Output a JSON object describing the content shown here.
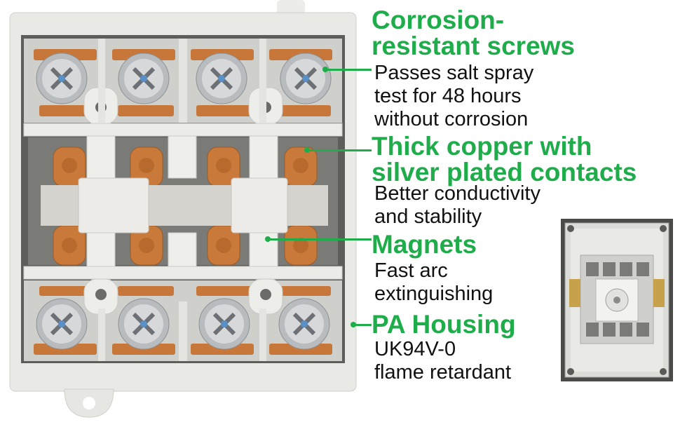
{
  "features": [
    {
      "title_lines": [
        "Corrosion-",
        "resistant screws"
      ],
      "desc_lines": [
        "Passes salt spray",
        "test for 48 hours",
        "without corrosion"
      ]
    },
    {
      "title_lines": [
        "Thick copper with",
        "silver plated contacts"
      ],
      "desc_lines": [
        "Better conductivity",
        "and stability"
      ]
    },
    {
      "title_lines": [
        "Magnets"
      ],
      "desc_lines": [
        "Fast arc",
        "extinguishing"
      ]
    },
    {
      "title_lines": [
        "PA Housing"
      ],
      "desc_lines": [
        "UK94V-0",
        "flame retardant"
      ]
    }
  ],
  "colors": {
    "accent_green": "#1fad4b",
    "copper": "#c8773a",
    "housing": "#e9e9e6"
  }
}
